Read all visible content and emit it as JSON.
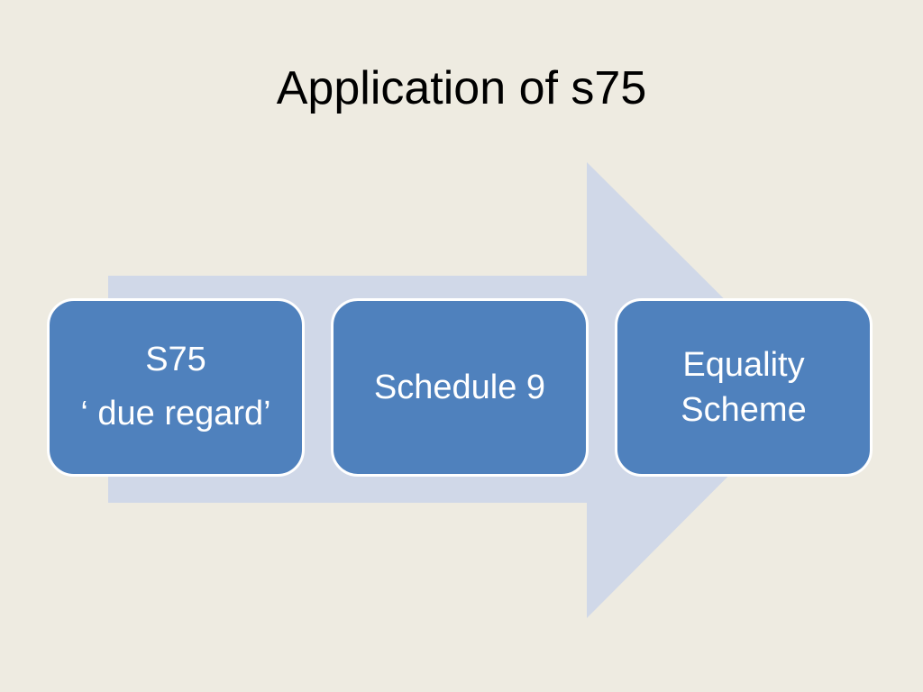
{
  "slide": {
    "title": "Application of s75"
  },
  "diagram": {
    "boxes": [
      {
        "lines": [
          "S75",
          "‘ due regard’"
        ]
      },
      {
        "lines": [
          "Schedule 9"
        ]
      },
      {
        "lines": [
          "Equality",
          "Scheme"
        ]
      }
    ]
  },
  "colors": {
    "background": "#EEEBE1",
    "arrow": "#D0D8E8",
    "box_fill": "#4F81BD",
    "box_border": "#FFFFFF",
    "box_text": "#FFFFFF"
  }
}
